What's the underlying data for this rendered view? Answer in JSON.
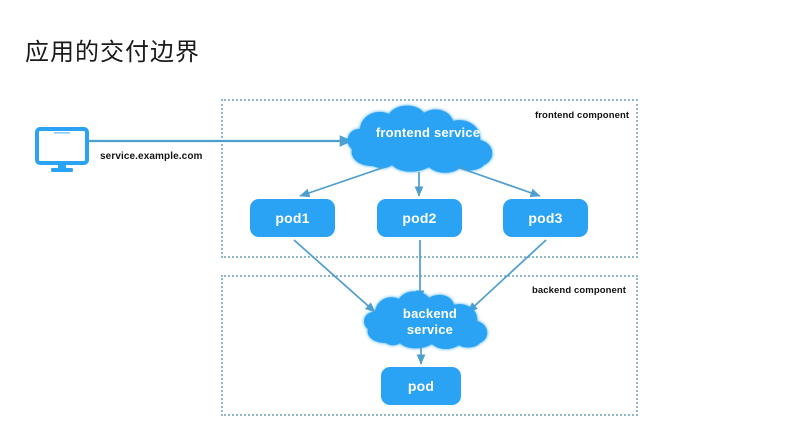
{
  "slide": {
    "title": "应用的交付边界",
    "background_color": "#ffffff"
  },
  "colors": {
    "node_blue": "#2aa3f4",
    "connector_blue": "#4e9ece",
    "boundary_dotted": "#8fb8cf",
    "text_dark": "#111111",
    "node_text": "#ffffff"
  },
  "client": {
    "icon": "monitor-icon",
    "endpoint_label": "service.example.com"
  },
  "components": [
    {
      "id": "frontend",
      "label": "frontend component",
      "service": {
        "id": "frontend-service",
        "shape": "cloud",
        "label": "frontend service"
      },
      "pods": [
        {
          "id": "pod1",
          "label": "pod1"
        },
        {
          "id": "pod2",
          "label": "pod2"
        },
        {
          "id": "pod3",
          "label": "pod3"
        }
      ]
    },
    {
      "id": "backend",
      "label": "backend component",
      "service": {
        "id": "backend-service",
        "shape": "cloud",
        "label": "backend\nservice"
      },
      "pods": [
        {
          "id": "backend-pod",
          "label": "pod"
        }
      ]
    }
  ],
  "connections": [
    {
      "from": "client",
      "to": "frontend-service",
      "style": "straight-arrow"
    },
    {
      "from": "frontend-service",
      "to": "pod1",
      "style": "arrow"
    },
    {
      "from": "frontend-service",
      "to": "pod2",
      "style": "arrow"
    },
    {
      "from": "frontend-service",
      "to": "pod3",
      "style": "arrow"
    },
    {
      "from": "pod1",
      "to": "backend-service",
      "style": "arrow"
    },
    {
      "from": "pod2",
      "to": "backend-service",
      "style": "arrow"
    },
    {
      "from": "pod3",
      "to": "backend-service",
      "style": "arrow"
    },
    {
      "from": "backend-service",
      "to": "backend-pod",
      "style": "arrow"
    }
  ]
}
